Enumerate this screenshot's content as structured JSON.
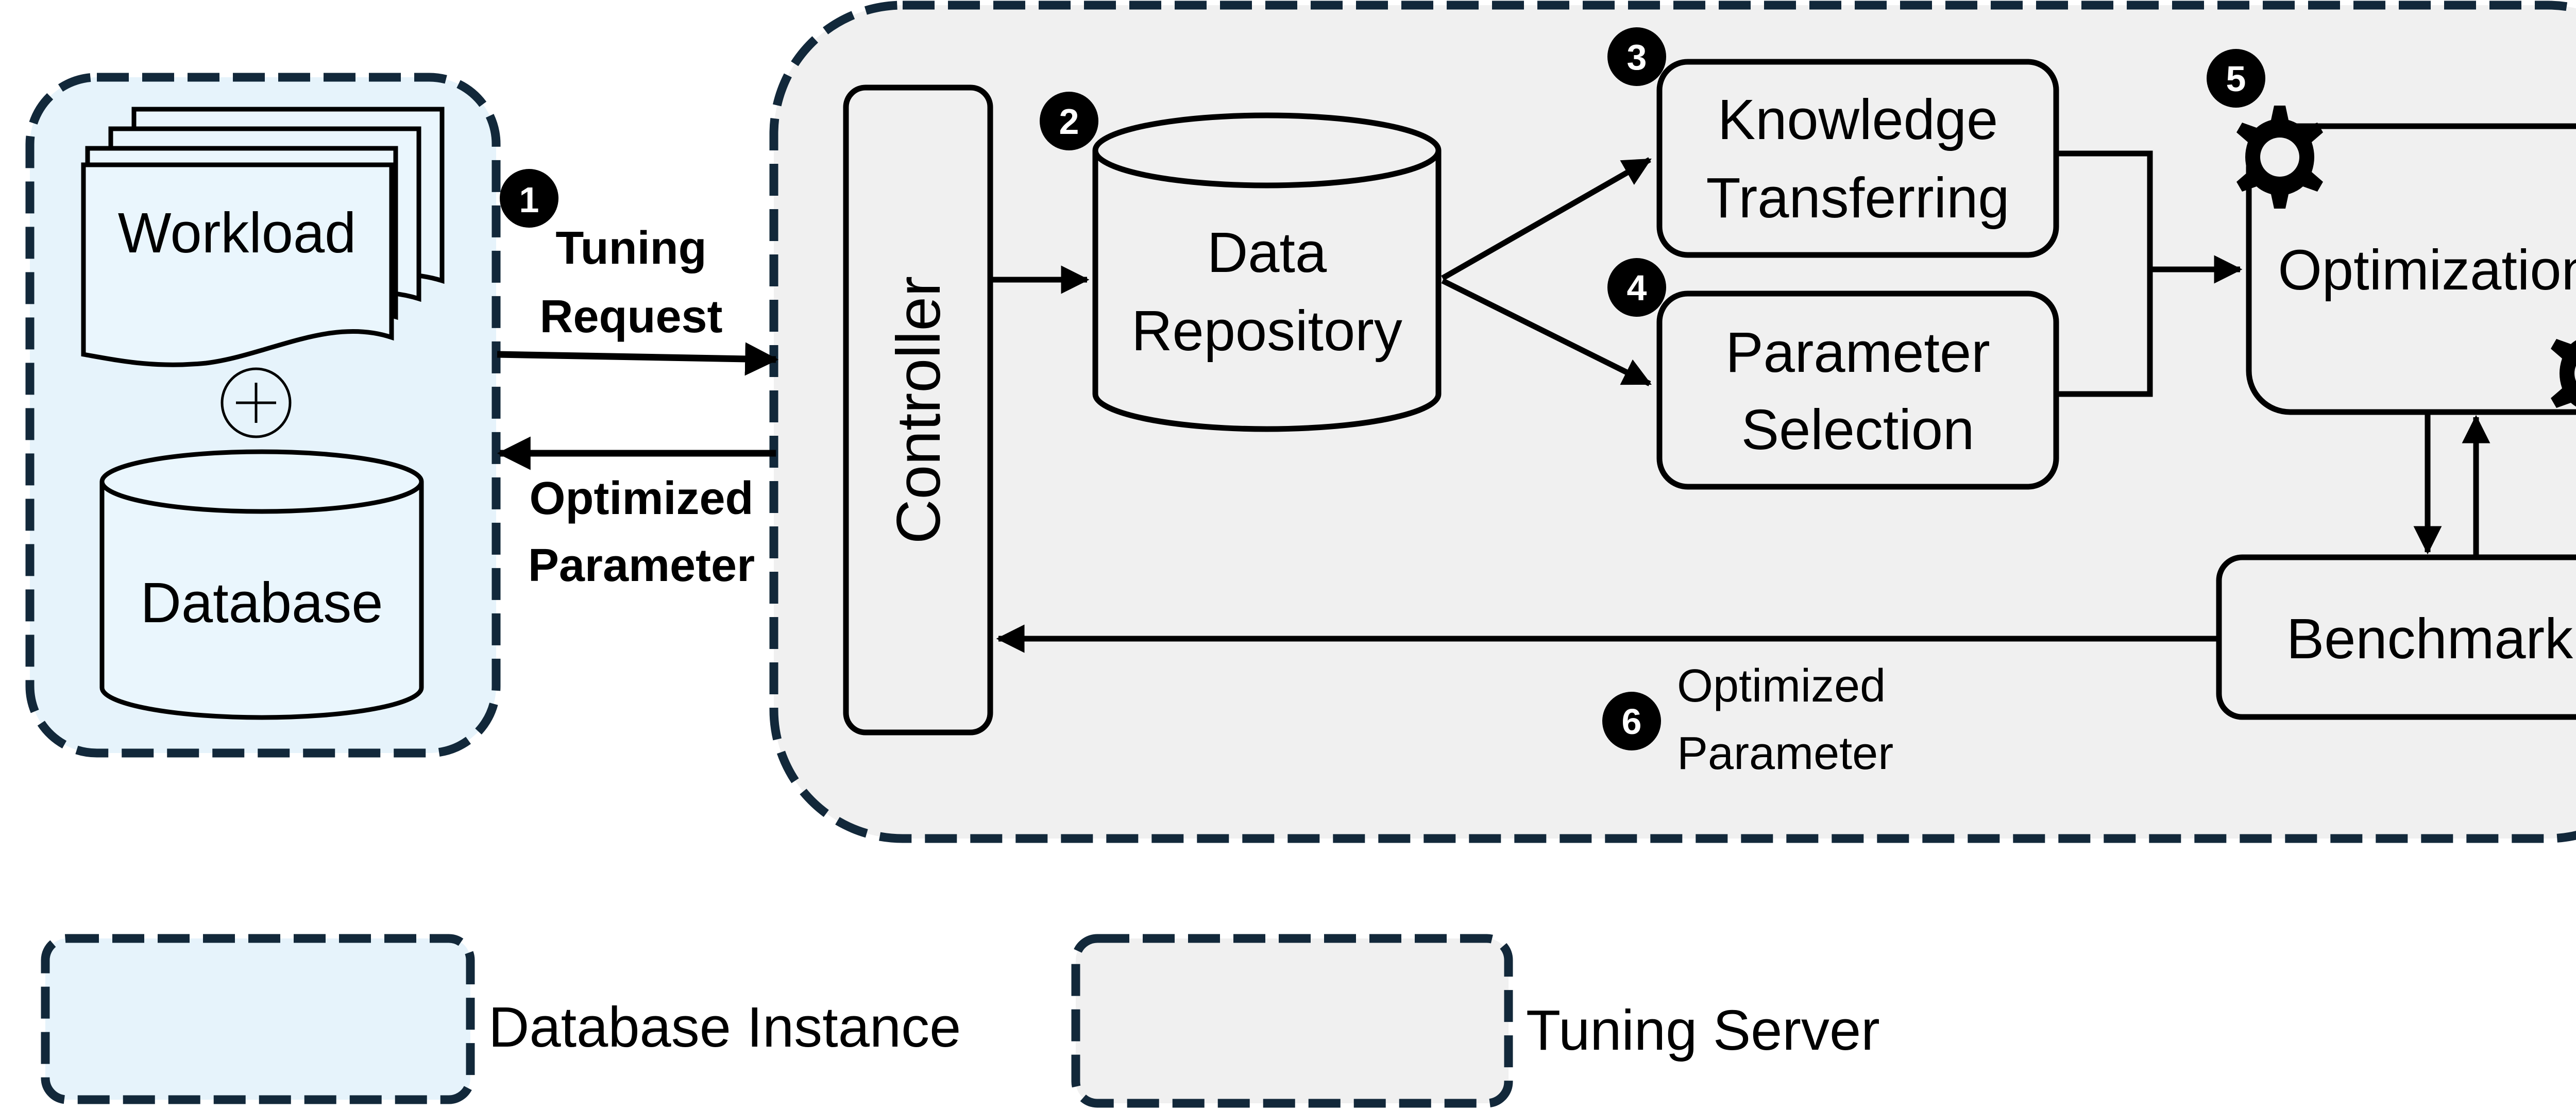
{
  "colors": {
    "db_instance_fill": "#e6f3fb",
    "tuning_server_fill": "#f0f0f0",
    "dashed_border": "#12283a",
    "stroke": "#000000"
  },
  "database_instance": {
    "workload_label": "Workload",
    "database_label": "Database",
    "plus_icon": "circled-plus"
  },
  "arrows": {
    "request_label_line1": "Tuning",
    "request_label_line2": "Request",
    "response_label_line1": "Optimized",
    "response_label_line2": "Parameter"
  },
  "tuning_server": {
    "controller_label": "Controller",
    "data_repository_line1": "Data",
    "data_repository_line2": "Repository",
    "knowledge_line1": "Knowledge",
    "knowledge_line2": "Transferring",
    "parameter_line1": "Parameter",
    "parameter_line2": "Selection",
    "optimization_label": "Optimization",
    "gear_icon": "gear",
    "benchmark_label": "Benchmark",
    "feedback_line1": "Optimized",
    "feedback_line2": "Parameter"
  },
  "steps": [
    "1",
    "2",
    "3",
    "4",
    "5",
    "6"
  ],
  "legend": {
    "db_instance_label": "Database Instance",
    "tuning_server_label": "Tuning Server"
  }
}
